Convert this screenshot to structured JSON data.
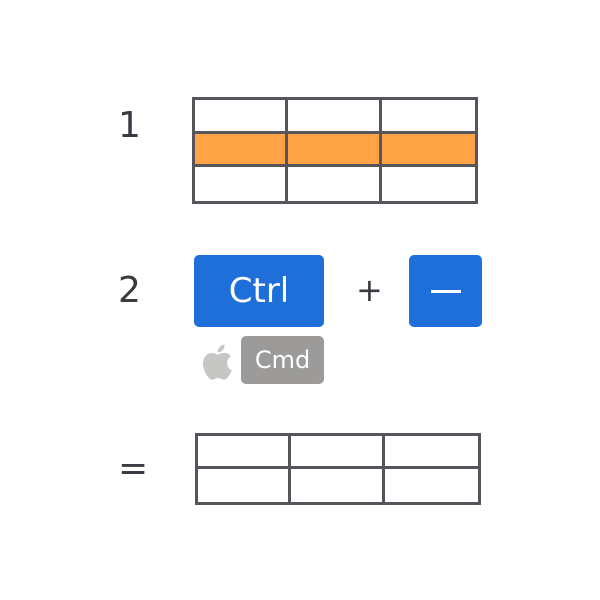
{
  "steps": [
    {
      "label": "1"
    },
    {
      "label": "2"
    },
    {
      "label": "="
    }
  ],
  "table_before": {
    "rows": 3,
    "cols": 3,
    "highlighted_row": 2
  },
  "shortcut": {
    "modifier_label": "Ctrl",
    "plus_label": "+",
    "key_symbol": "minus",
    "mac_modifier_label": "Cmd",
    "mac_icon": "apple-icon"
  },
  "table_after": {
    "rows": 2,
    "cols": 3
  },
  "colors": {
    "key_blue": "#1f6fdb",
    "highlight_orange": "#ffa345",
    "mac_key_gray": "#9c9b99",
    "grid_line": "#55565c",
    "text": "#3a3a42"
  }
}
